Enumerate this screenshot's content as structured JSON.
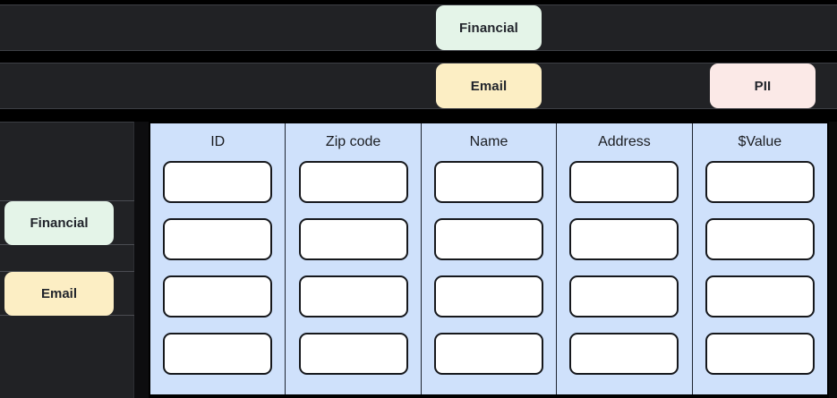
{
  "colors": {
    "background": "#000000",
    "row_dark": "#212225",
    "row_border": "#3d3f45",
    "table_blue": "#cfe1fb",
    "cell_white": "#ffffff",
    "cell_border": "#16181c",
    "tag_financial": "#e4f4e8",
    "tag_email": "#fceec4",
    "tag_pii": "#fbe9e7",
    "tag_text": "#21242b"
  },
  "top_rows": [
    {
      "name": "financial-row",
      "tag": {
        "label": "Financial",
        "color": "#e4f4e8"
      }
    },
    {
      "name": "email-pii-row",
      "tags": [
        {
          "label": "Email",
          "color": "#fceec4"
        },
        {
          "label": "PII",
          "color": "#fbe9e7"
        }
      ]
    }
  ],
  "sidebar": {
    "items": [
      {
        "label": "Financial",
        "color": "#e4f4e8"
      },
      {
        "label": "Email",
        "color": "#fceec4"
      }
    ]
  },
  "table": {
    "columns": [
      {
        "header": "ID",
        "cells": [
          "",
          "",
          "",
          ""
        ]
      },
      {
        "header": "Zip code",
        "cells": [
          "",
          "",
          "",
          ""
        ]
      },
      {
        "header": "Name",
        "cells": [
          "",
          "",
          "",
          ""
        ]
      },
      {
        "header": "Address",
        "cells": [
          "",
          "",
          "",
          ""
        ]
      },
      {
        "header": "$Value",
        "cells": [
          "",
          "",
          "",
          ""
        ]
      }
    ],
    "row_count": 4
  }
}
